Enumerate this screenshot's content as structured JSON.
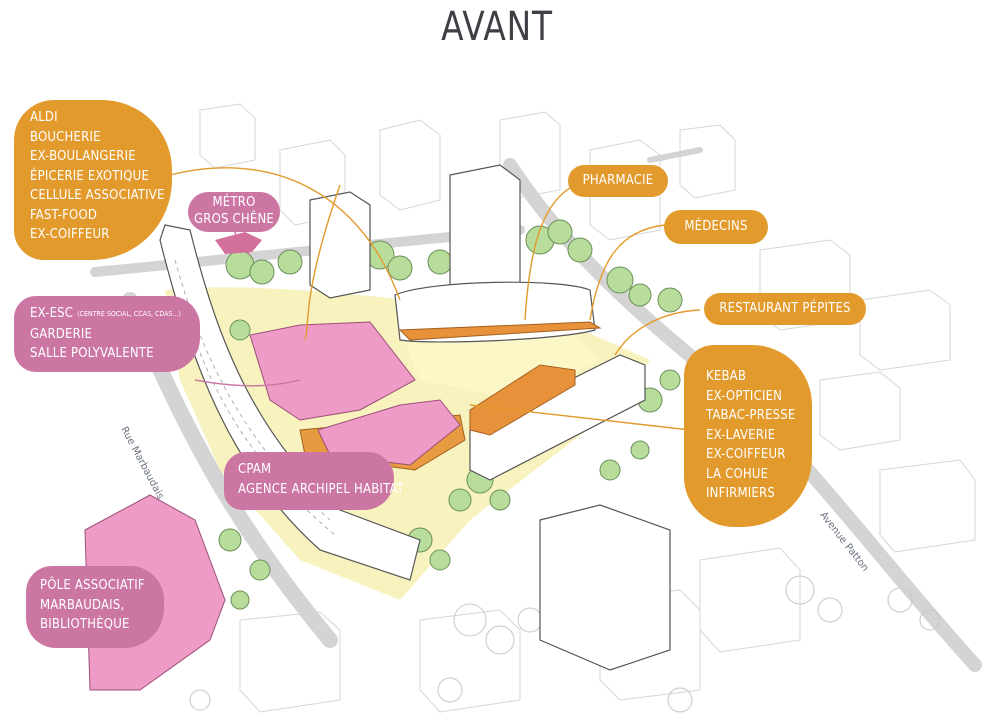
{
  "title": "AVANT",
  "colors": {
    "orange": "#e39a2c",
    "pink": "#cc76a3",
    "road": "#d4d4d4",
    "green": "#a8d48a",
    "plaza": "#f6f1b7",
    "building_orange": "#e7913a",
    "building_pink": "#ef9bc7"
  },
  "orange_labels": {
    "commerce_list": [
      "ALDI",
      "BOUCHERIE",
      "EX-BOULANGERIE",
      "ÉPICERIE EXOTIQUE",
      "CELLULE ASSOCIATIVE",
      "FAST-FOOD",
      "EX-COIFFEUR"
    ],
    "pharmacie": "PHARMACIE",
    "medecins": "MÉDECINS",
    "restaurant": "RESTAURANT PÉPITES",
    "east_list": [
      "KEBAB",
      "EX-OPTICIEN",
      "TABAC-PRESSE",
      "EX-LAVERIE",
      "EX-COIFFEUR",
      "LA COHUE",
      "INFIRMIERS"
    ]
  },
  "pink_labels": {
    "metro": [
      "MÉTRO",
      "GROS CHÊNE"
    ],
    "esc": {
      "first": "EX-ESC",
      "first_detail": "(CENTRE SOCIAL, CCAS, CDAS...)",
      "rest": [
        "GARDERIE",
        "SALLE POLYVALENTE"
      ]
    },
    "cpam": [
      "CPAM",
      "AGENCE ARCHIPEL HABITAT"
    ],
    "pole": [
      "PÔLE ASSOCIATIF",
      "MARBAUDAIS,",
      "BIBLIOTHÈQUE"
    ]
  },
  "roads": {
    "marbaudais": "Rue Marbaudais",
    "patton": "Avenue Patton"
  }
}
